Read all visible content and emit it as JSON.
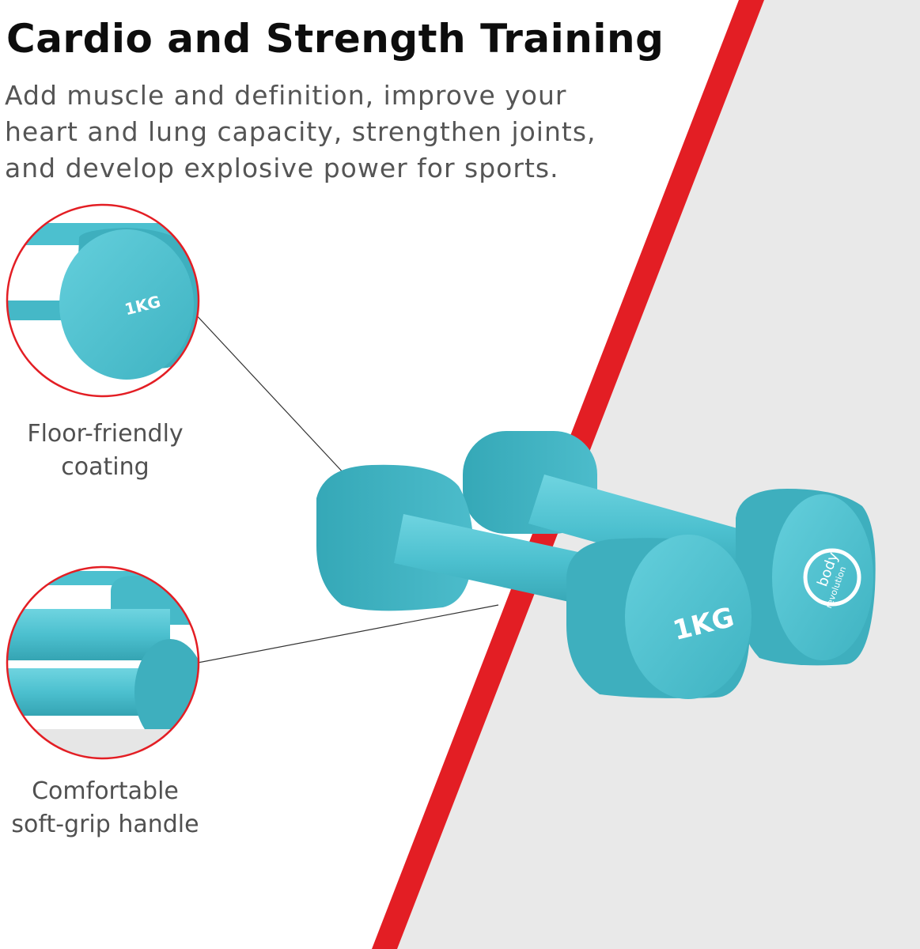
{
  "headline": "Cardio and Strength Training",
  "subtext_lines": [
    "Add muscle and definition, improve your",
    "heart and lung capacity, strengthen joints,",
    "and develop explosive power for sports."
  ],
  "features": [
    {
      "label_lines": [
        "Floor-friendly",
        "coating"
      ]
    },
    {
      "label_lines": [
        "Comfortable",
        "soft-grip handle"
      ]
    }
  ],
  "weight_label": "1KG",
  "brand_logo_text": [
    "body",
    "revolution"
  ],
  "colors": {
    "accent_red": "#e31e24",
    "dumbbell_teal": "#4cc0cf",
    "background_gray": "#e9e9e9",
    "text_dark": "#0d0d0d",
    "text_gray": "#555555"
  }
}
